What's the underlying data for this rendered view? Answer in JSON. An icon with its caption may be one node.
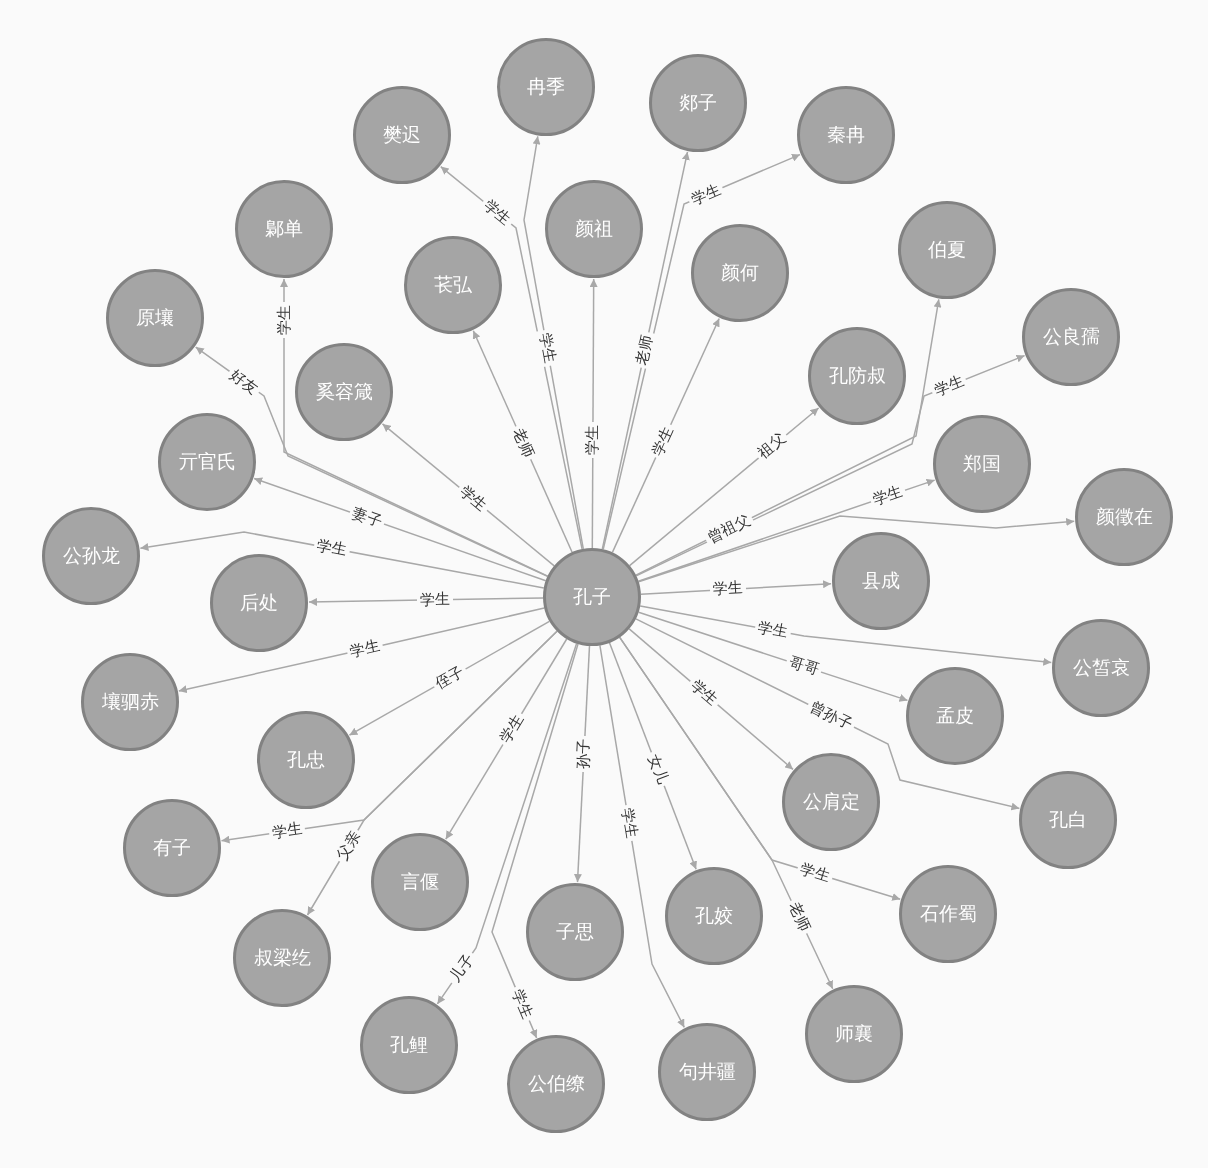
{
  "diagram": {
    "nodes": [
      {
        "text": [
          "孔子"
        ]
      },
      {
        "text": [
          "冉季"
        ]
      },
      {
        "text": [
          "郯子"
        ]
      },
      {
        "text": [
          "樊迟"
        ]
      },
      {
        "text": [
          "秦冉"
        ]
      },
      {
        "text": [
          "鄡单"
        ]
      },
      {
        "text": [
          "颜祖"
        ]
      },
      {
        "text": [
          "伯夏"
        ]
      },
      {
        "text": [
          "颜何"
        ]
      },
      {
        "text": [
          "苌弘"
        ]
      },
      {
        "text": [
          "原壤"
        ]
      },
      {
        "text": [
          "公良孺"
        ]
      },
      {
        "text": [
          "孔防叔"
        ]
      },
      {
        "text": [
          "奚容箴"
        ]
      },
      {
        "text": [
          "亓官氏"
        ]
      },
      {
        "text": [
          "郑国"
        ]
      },
      {
        "text": [
          "颜徵在"
        ]
      },
      {
        "text": [
          "公孙龙"
        ]
      },
      {
        "text": [
          "县成"
        ]
      },
      {
        "text": [
          "后处"
        ]
      },
      {
        "text": [
          "公皙哀"
        ]
      },
      {
        "text": [
          "壤驷赤"
        ]
      },
      {
        "text": [
          "孟皮"
        ]
      },
      {
        "text": [
          "孔忠"
        ]
      },
      {
        "text": [
          "公肩定"
        ]
      },
      {
        "text": [
          "孔白"
        ]
      },
      {
        "text": [
          "有子"
        ]
      },
      {
        "text": [
          "言偃"
        ]
      },
      {
        "text": [
          "石作蜀"
        ]
      },
      {
        "text": [
          "孔姣"
        ]
      },
      {
        "text": [
          "子思"
        ]
      },
      {
        "text": [
          "叔梁纥"
        ]
      },
      {
        "text": [
          "师襄"
        ]
      },
      {
        "text": [
          "孔鲤"
        ]
      },
      {
        "text": [
          "句井疆"
        ]
      },
      {
        "text": [
          "公伯缭"
        ]
      }
    ],
    "edges": [
      {
        "from": 0,
        "to": 1,
        "arrow": "to",
        "label": "学生"
      },
      {
        "from": 0,
        "to": 2,
        "arrow": "to",
        "label": "老师"
      },
      {
        "from": 0,
        "to": 3,
        "arrow": "to",
        "label": "学生"
      },
      {
        "from": 0,
        "to": 4,
        "arrow": "to",
        "label": "学生"
      },
      {
        "from": 0,
        "to": 5,
        "arrow": "to",
        "label": "学生"
      },
      {
        "from": 0,
        "to": 6,
        "arrow": "to",
        "label": "学生"
      },
      {
        "from": 0,
        "to": 7,
        "arrow": "to",
        "label": "曾祖父"
      },
      {
        "from": 0,
        "to": 8,
        "arrow": "to",
        "label": "学生"
      },
      {
        "from": 0,
        "to": 9,
        "arrow": "to",
        "label": "老师"
      },
      {
        "from": 0,
        "to": 10,
        "arrow": "to",
        "label": "好友"
      },
      {
        "from": 0,
        "to": 11,
        "arrow": "to",
        "label": "学生"
      },
      {
        "from": 0,
        "to": 12,
        "arrow": "to",
        "label": "祖父"
      },
      {
        "from": 0,
        "to": 13,
        "arrow": "to",
        "label": "学生"
      },
      {
        "from": 0,
        "to": 14,
        "arrow": "to",
        "label": "妻子"
      },
      {
        "from": 0,
        "to": 15,
        "arrow": "to",
        "label": "学生"
      },
      {
        "from": 0,
        "to": 16,
        "arrow": "to"
      },
      {
        "from": 0,
        "to": 17,
        "arrow": "to",
        "label": "学生"
      },
      {
        "from": 0,
        "to": 18,
        "arrow": "to",
        "label": "学生"
      },
      {
        "from": 0,
        "to": 19,
        "arrow": "to",
        "label": "学生"
      },
      {
        "from": 0,
        "to": 20,
        "arrow": "to",
        "label": "学生"
      },
      {
        "from": 0,
        "to": 21,
        "arrow": "to",
        "label": "学生"
      },
      {
        "from": 0,
        "to": 22,
        "arrow": "to",
        "label": "哥哥"
      },
      {
        "from": 0,
        "to": 23,
        "arrow": "to",
        "label": "侄子"
      },
      {
        "from": 0,
        "to": 24,
        "arrow": "to",
        "label": "学生"
      },
      {
        "from": 0,
        "to": 25,
        "arrow": "to",
        "label": "曾孙子"
      },
      {
        "from": 0,
        "to": 26,
        "arrow": "to",
        "label": "学生"
      },
      {
        "from": 0,
        "to": 27,
        "arrow": "to",
        "label": "学生"
      },
      {
        "from": 0,
        "to": 28,
        "arrow": "to",
        "label": "学生"
      },
      {
        "from": 0,
        "to": 29,
        "arrow": "to",
        "label": "女儿"
      },
      {
        "from": 0,
        "to": 30,
        "arrow": "to",
        "label": "孙子"
      },
      {
        "from": 0,
        "to": 31,
        "arrow": "to",
        "label": "父亲"
      },
      {
        "from": 0,
        "to": 32,
        "arrow": "to",
        "label": "老师"
      },
      {
        "from": 0,
        "to": 33,
        "arrow": "to",
        "label": "儿子"
      },
      {
        "from": 0,
        "to": 34,
        "arrow": "to",
        "label": "学生"
      },
      {
        "from": 0,
        "to": 35,
        "arrow": "to",
        "label": "学生"
      }
    ]
  }
}
